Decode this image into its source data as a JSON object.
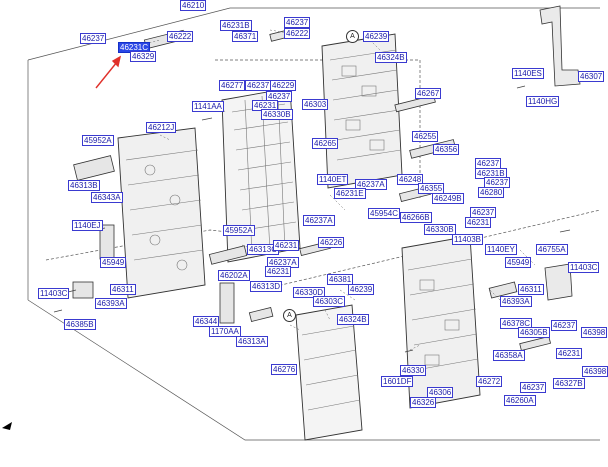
{
  "colors": {
    "label_text": "#1a1aa8",
    "label_border": "#3a3ad0",
    "highlight": "#2b47e6",
    "arrow": "#e0302a",
    "line": "#555555"
  },
  "labels": {
    "p46210": "46210",
    "p46237_a": "46237",
    "p46231B_a": "46231B",
    "p46237_b": "46237",
    "p46371": "46371",
    "p46222": "46222",
    "p46329": "46329",
    "p46239": "46239",
    "p46324B_a": "46324B",
    "p46307": "46307",
    "p1140ES": "1140ES",
    "p1140HG": "1140HG",
    "p46277": "46277",
    "p46237_c": "46237",
    "p46229": "46229",
    "p46237_d": "46237",
    "p46231_a": "46231",
    "p46303": "46303",
    "p46330B_a": "46330B",
    "p46267": "46267",
    "p1141AA": "1141AA",
    "p46212J": "46212J",
    "p46255": "46255",
    "p46265": "46265",
    "p46356": "46356",
    "p46237_e": "46237",
    "p46231B_b": "46231B",
    "p46237_f": "46237",
    "p46280": "46280",
    "p45952A_a": "45952A",
    "p46313B": "46313B",
    "p46343A": "46343A",
    "p1140ET": "1140ET",
    "p46237A_a": "46237A",
    "p46231E": "46231E",
    "p46248": "46248",
    "p46355": "46355",
    "p46249B": "46249B",
    "p45954C": "45954C",
    "p46266B": "46266B",
    "p46237_g": "46237",
    "p46231_b": "46231",
    "p46237A_b": "46237A",
    "p1140EJ": "1140EJ",
    "p45952A_b": "45952A",
    "p46313C": "46313C",
    "p46231_c": "46231",
    "p46226": "46226",
    "p46330B_b": "46330B",
    "p11403B": "11403B",
    "p1140EY": "1140EY",
    "p46755A": "46755A",
    "p45949_a": "45949",
    "p46237A_c": "46237A",
    "p46231_d": "46231",
    "p46202A": "46202A",
    "p46311_a": "46311",
    "p46381": "46381",
    "p11403C_a": "11403C",
    "p45949_b": "45949",
    "p46313D": "46313D",
    "p46330D": "46330D",
    "p46303C": "46303C",
    "p46239_b": "46239",
    "p46311_b": "46311",
    "p11403C_b": "11403C",
    "p46393A_a": "46393A",
    "p46393A_b": "46393A",
    "p46385B": "46385B",
    "p46344": "46344",
    "p46324B_b": "46324B",
    "p46378C": "46378C",
    "p46305B": "46305B",
    "p46237_h": "46237",
    "p46398_a": "46398",
    "p1170AA": "1170AA",
    "p46313A": "46313A",
    "p46358A": "46358A",
    "p46231_e": "46231",
    "p46276": "46276",
    "p46330": "46330",
    "p1601DF": "1601DF",
    "p46272": "46272",
    "p46237_i": "46237",
    "p46398_b": "46398",
    "p46327B": "46327B",
    "p46306": "46306",
    "p46326": "46326",
    "p46260A": "46260A",
    "p_hl": "46231C",
    "callout_a1": "A",
    "callout_a2": "A"
  }
}
